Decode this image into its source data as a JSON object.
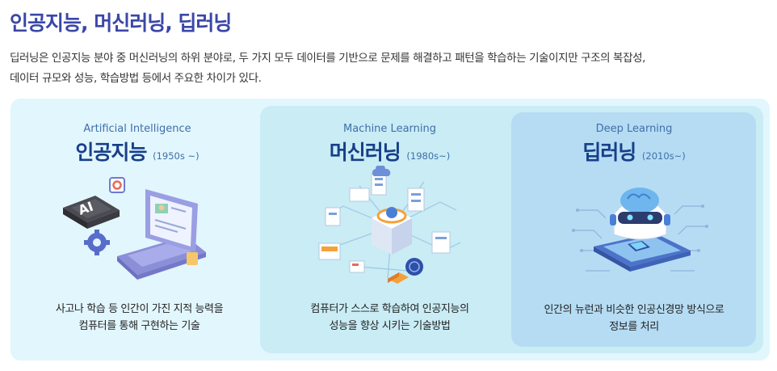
{
  "header": {
    "title": "인공지능, 머신러닝, 딥러닝",
    "description_line1": "딥러닝은 인공지능 분야 중 머신러닝의 하위 분야로, 두 가지 모두 데이터를 기반으로 문제를 해결하고 패턴을 학습하는 기술이지만 구조의 복잡성,",
    "description_line2": "데이터 규모와 성능, 학습방법 등에서 주요한 차이가 있다."
  },
  "columns": {
    "ai": {
      "en": "Artificial Intelligence",
      "ko": "인공지능",
      "year": "(1950s ~)",
      "chip_label": "AI",
      "caption_line1": "사고나 학습 등 인간이 가진 지적 능력을",
      "caption_line2": "컴퓨터를 통해 구현하는 기술"
    },
    "ml": {
      "en": "Machine Learning",
      "ko": "머신러닝",
      "year": "(1980s~)",
      "caption_line1": "컴퓨터가 스스로 학습하여 인공지능의",
      "caption_line2": "성능을 향상 시키는 기술방법"
    },
    "dl": {
      "en": "Deep Learning",
      "ko": "딥러닝",
      "year": "(2010s~)",
      "caption_line1": "인간의 뉴런과 비슷한 인공신경망 방식으로",
      "caption_line2": "정보를 처리"
    }
  },
  "icons": {
    "ai": "ai-laptop-chip-illustration",
    "ml": "server-network-illustration",
    "dl": "robot-brain-phone-illustration"
  }
}
